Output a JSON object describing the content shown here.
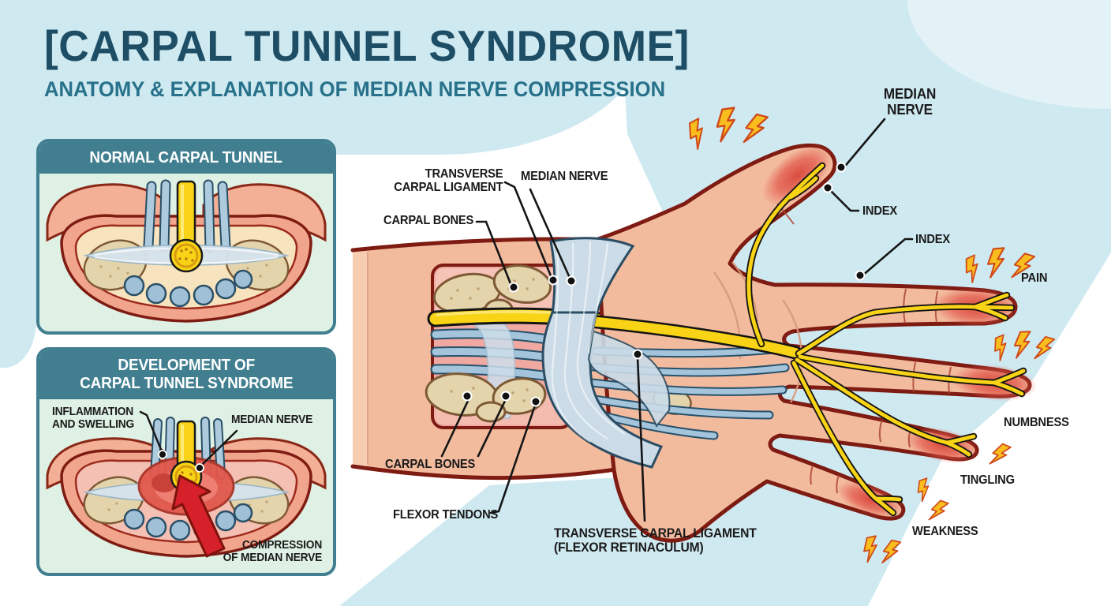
{
  "header": {
    "title": "[CARPAL TUNNEL SYNDROME]",
    "subtitle": "ANATOMY & EXPLANATION OF MEDIAN NERVE COMPRESSION"
  },
  "panel_normal": {
    "title": "NORMAL CARPAL TUNNEL"
  },
  "panel_development": {
    "title": "DEVELOPMENT OF\nCARPAL TUNNEL SYNDROME",
    "labels": {
      "inflammation": "INFLAMMATION\nAND SWELLING",
      "median_nerve": "MEDIAN NERVE",
      "compression": "COMPRESSION\nOF MEDIAN NERVE"
    }
  },
  "wrist_diagram": {
    "labels": {
      "transverse_carpal_ligament": "TRANSVERSE\nCARPAL LIGAMENT",
      "median_nerve": "MEDIAN NERVE",
      "carpal_bones_top": "CARPAL BONES",
      "carpal_bones_bottom": "CARPAL BONES",
      "flexor_tendons": "FLEXOR TENDONS",
      "flexor_retinaculum": "TRANSVERSE CARPAL LIGAMENT\n(FLEXOR RETINACULUM)"
    }
  },
  "hand_labels": {
    "median_nerve": "MEDIAN\nNERVE",
    "index_thumb": "INDEX",
    "index_finger": "INDEX",
    "pain": "PAIN",
    "numbness": "NUMBNESS",
    "tingling": "TINGLING",
    "weakness": "WEAKNESS"
  },
  "colors": {
    "background": "#ffffff",
    "sky_blue": "#cfe9f0",
    "sky_blue_light": "#e3f2f6",
    "title": "#1d4e66",
    "subtitle": "#27718a",
    "panel_teal": "#417f90",
    "panel_mint": "#dff0e4",
    "label_ink": "#1a1a1a",
    "skin": "#f3bb9e",
    "outline_maroon": "#7e1b12",
    "nerve_yellow": "#f9d315",
    "tendon_blue": "#a3c4da",
    "bone_tan": "#e4d4ac",
    "inflamed_red": "#e2574b",
    "bolt_yellow": "#f9bd1e",
    "bolt_outline": "#cf4a1b",
    "arrow_red": "#d6202a"
  }
}
